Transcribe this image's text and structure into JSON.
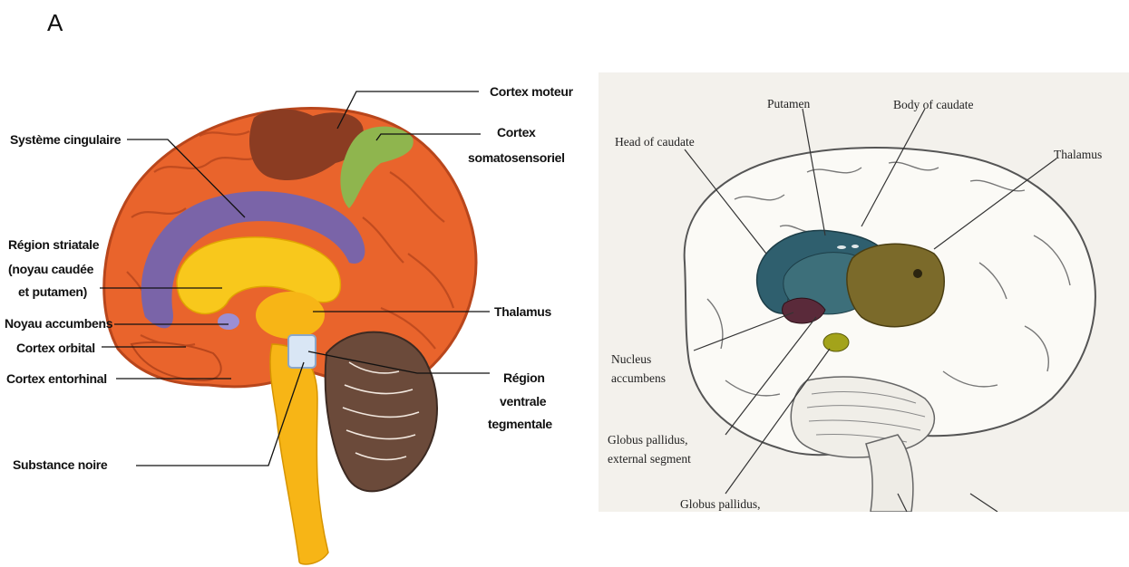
{
  "panel_letter": "A",
  "left_figure": {
    "labels": {
      "cortex_moteur": "Cortex moteur",
      "cortex_somato_1": "Cortex",
      "cortex_somato_2": "somatosensoriel",
      "systeme_cingulaire": "Système cingulaire",
      "region_striatale_1": "Région striatale",
      "region_striatale_2": "(noyau caudée",
      "region_striatale_3": "et putamen)",
      "thalamus": "Thalamus",
      "noyau_accumbens": "Noyau accumbens",
      "cortex_orbital": "Cortex orbital",
      "cortex_entorhinal": "Cortex entorhinal",
      "region_vt_1": "Région",
      "region_vt_2": "ventrale",
      "region_vt_3": "tegmentale",
      "substance_noire": "Substance noire"
    },
    "colors": {
      "cortex": "#e9642c",
      "cortex_dark": "#b8461c",
      "motor_cortex": "#8b3c22",
      "somatosensory": "#8fb54e",
      "cingulate": "#7a64a8",
      "striatum": "#f8c81c",
      "brainstem": "#f7b516",
      "cerebellum": "#6b4a3a"
    }
  },
  "right_figure": {
    "labels": {
      "putamen": "Putamen",
      "body_of_caudate": "Body of caudate",
      "head_of_caudate": "Head of caudate",
      "thalamus": "Thalamus",
      "nucleus_accumbens_1": "Nucleus",
      "nucleus_accumbens_2": "accumbens",
      "gp_external_1": "Globus pallidus,",
      "gp_external_2": "external segment",
      "gp_internal": "Globus pallidus,"
    },
    "colors": {
      "caudate": "#2f5f6e",
      "thalamus": "#7b6a2a",
      "accumbens": "#5a2a3a",
      "pallidus": "#a3a31a",
      "background": "#f3f1ec"
    }
  }
}
